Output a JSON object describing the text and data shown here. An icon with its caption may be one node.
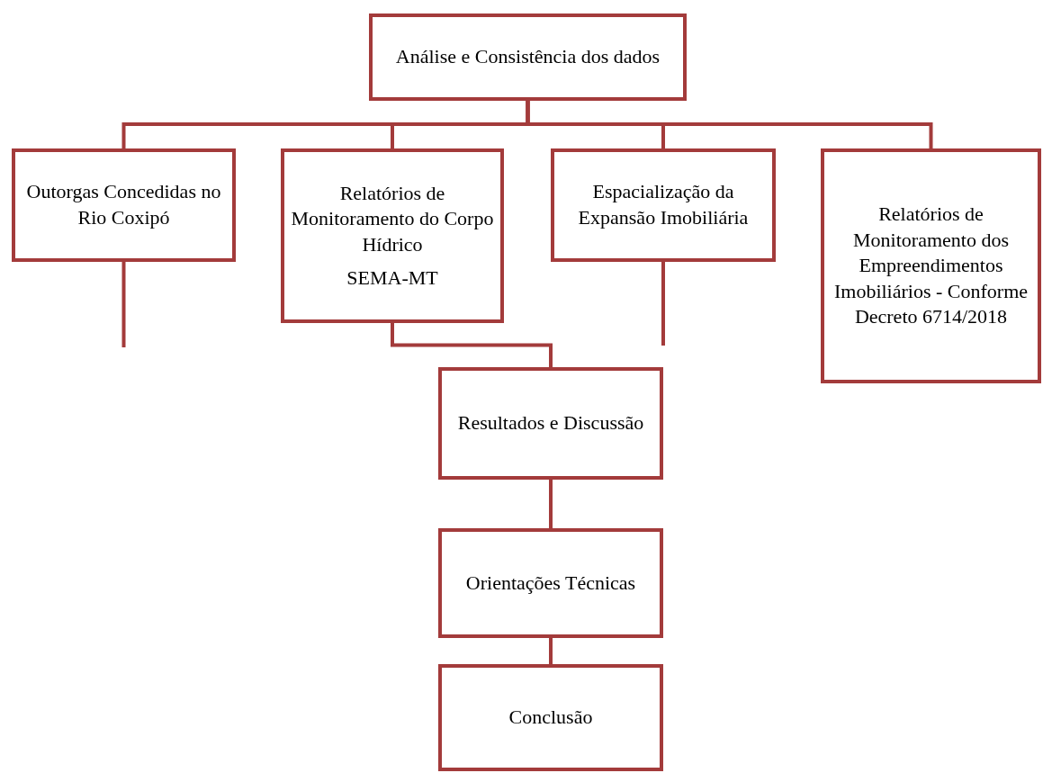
{
  "diagram": {
    "nodes": [
      {
        "text": [
          "Análise e Consistência dos dados"
        ]
      },
      {
        "text": [
          "Outorgas Concedidas no Rio Coxipó"
        ]
      },
      {
        "text": [
          "Relatórios de Monitoramento do Corpo Hídrico",
          "SEMA-MT"
        ]
      },
      {
        "text": [
          "Espacialização da Expansão Imobiliária"
        ]
      },
      {
        "text": [
          "Relatórios de Monitoramento dos Empreendimentos Imobiliários - Conforme Decreto 6714/2018"
        ]
      },
      {
        "text": [
          "Resultados e Discussão"
        ]
      },
      {
        "text": [
          "Orientações Técnicas"
        ]
      },
      {
        "text": [
          "Conclusão"
        ]
      }
    ],
    "edges": [
      {
        "from": 0,
        "to": 1,
        "arrow": "none"
      },
      {
        "from": 0,
        "to": 2,
        "arrow": "none"
      },
      {
        "from": 0,
        "to": 3,
        "arrow": "none"
      },
      {
        "from": 0,
        "to": 4,
        "arrow": "none"
      },
      {
        "from": 1,
        "to": null,
        "arrow": "none"
      },
      {
        "from": 3,
        "to": null,
        "arrow": "none"
      },
      {
        "from": 2,
        "to": 5,
        "arrow": "none"
      },
      {
        "from": 5,
        "to": 6,
        "arrow": "none"
      },
      {
        "from": 6,
        "to": 7,
        "arrow": "none"
      }
    ]
  }
}
